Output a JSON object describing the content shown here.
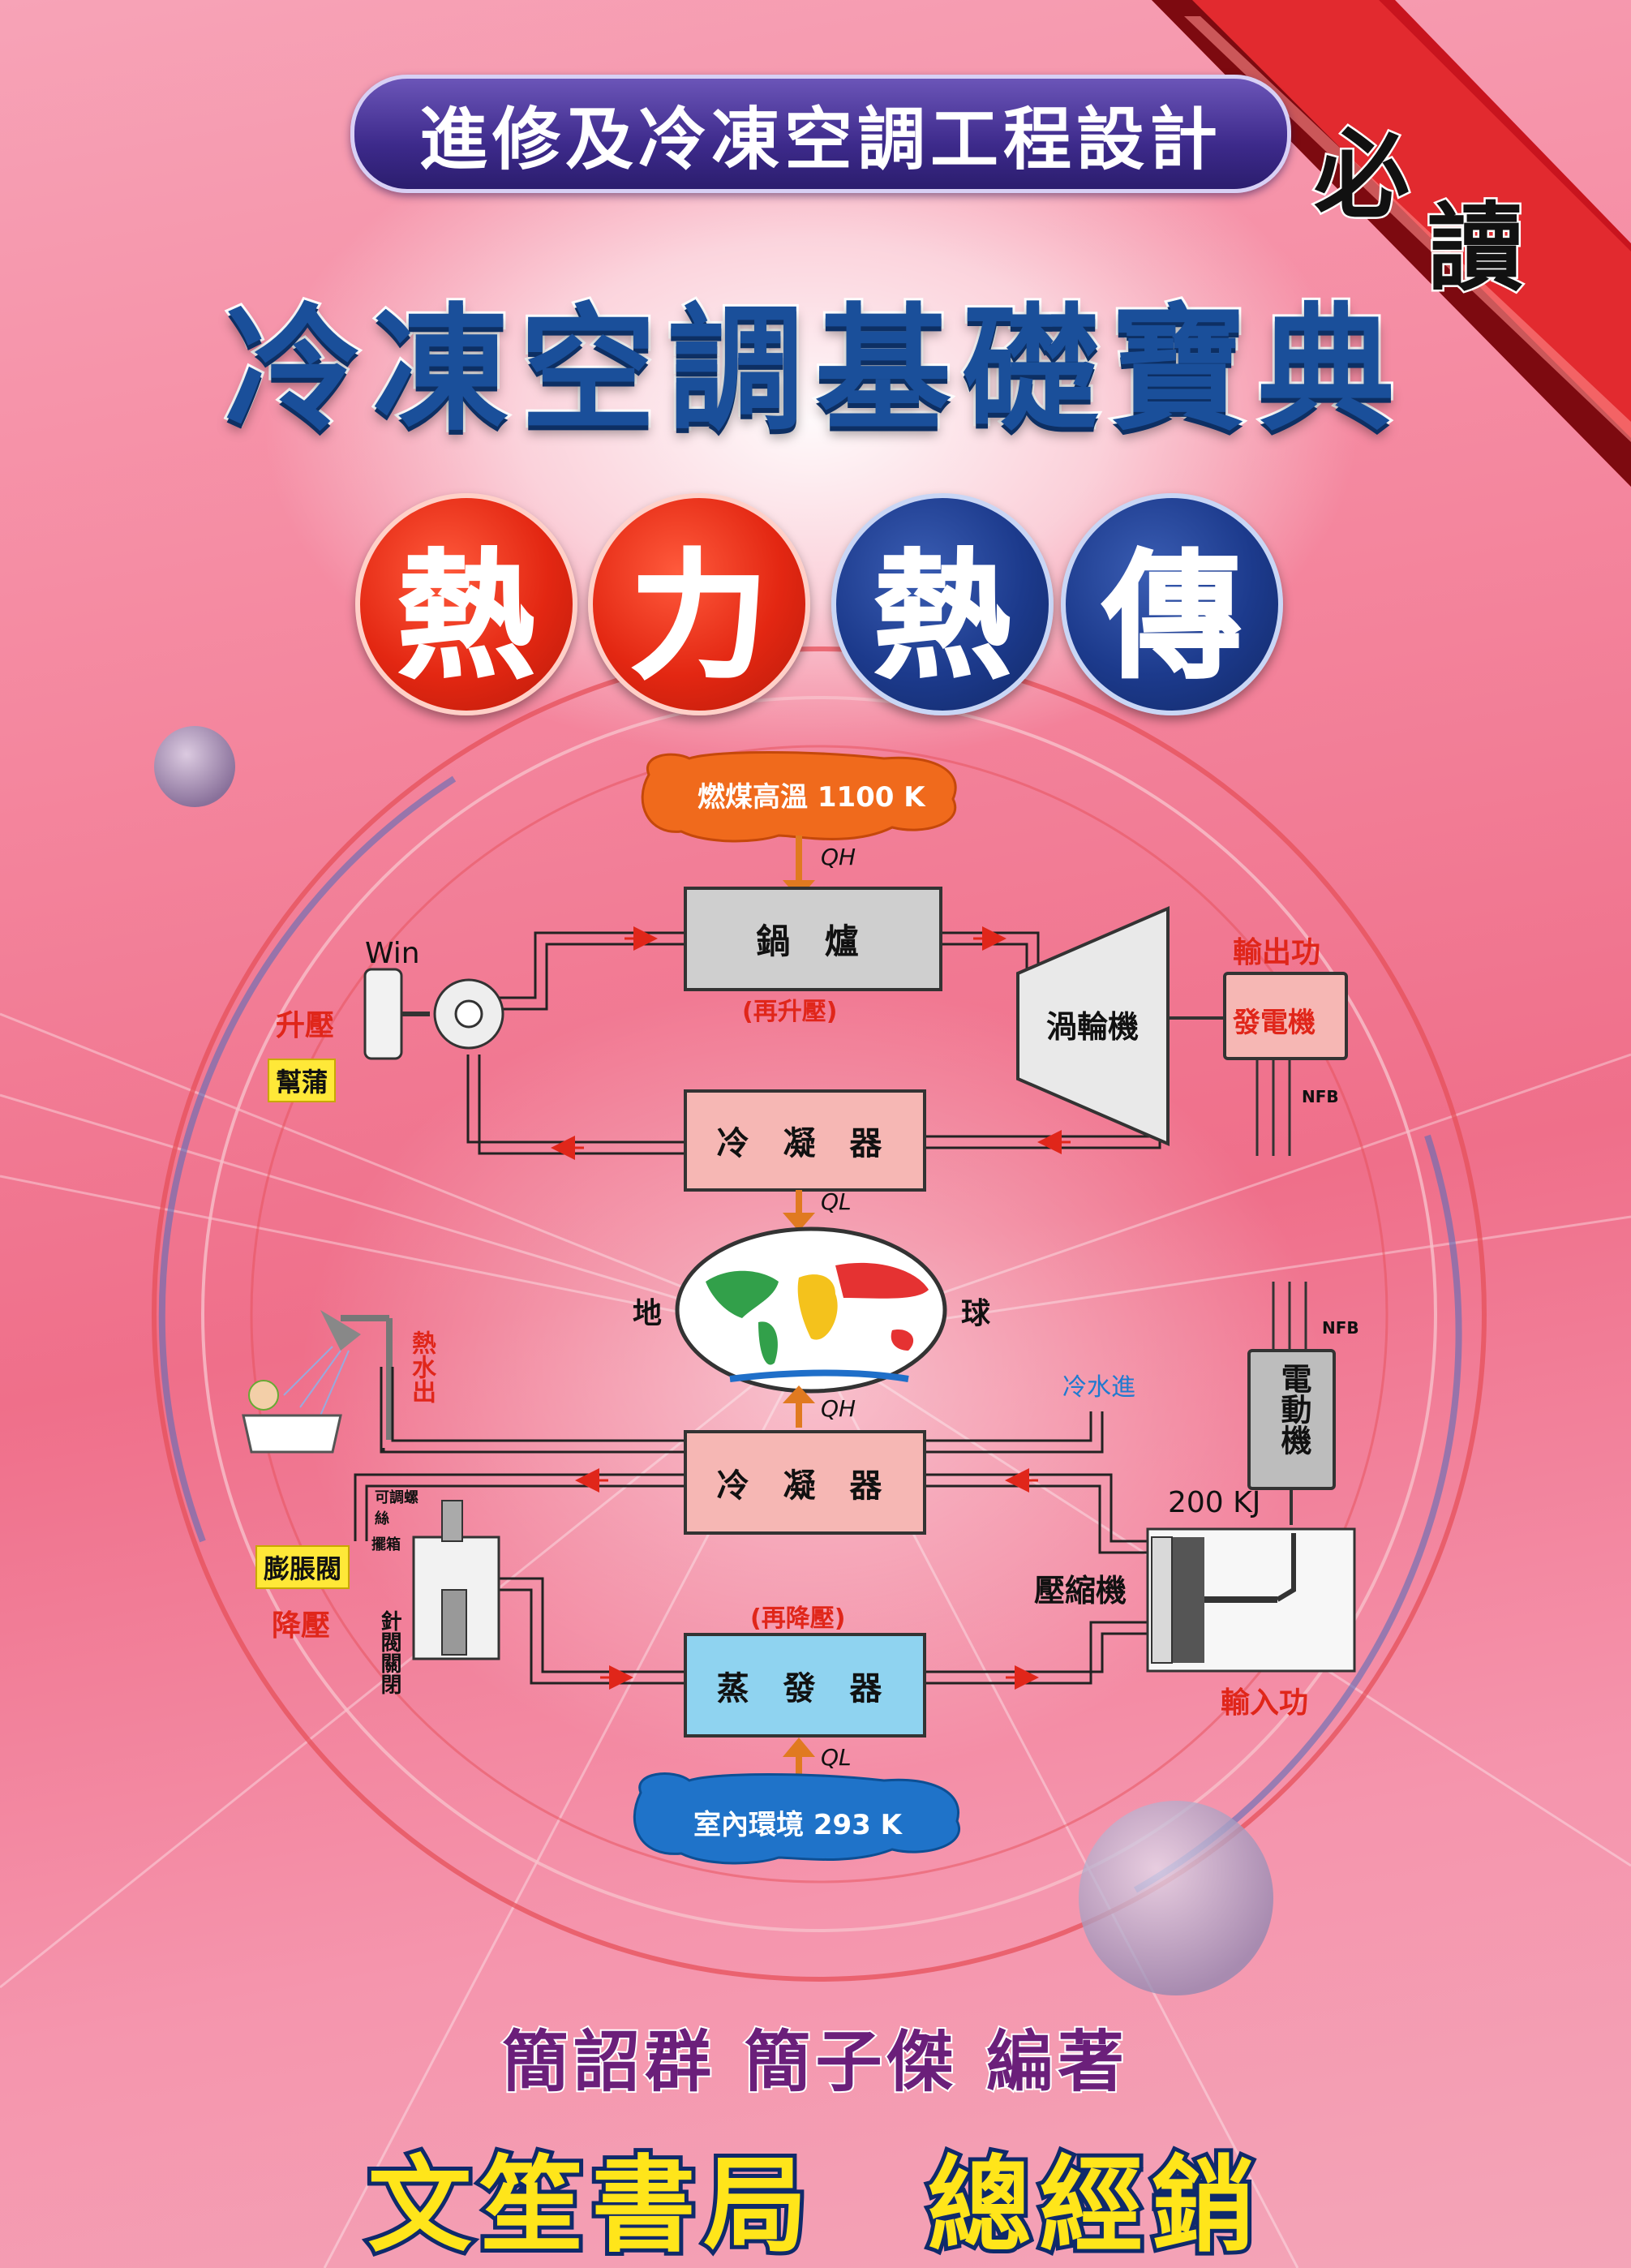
{
  "series_title": "進修及冷凍空調工程設計",
  "ribbon": {
    "char1": "必",
    "char2": "讀"
  },
  "main_title": "冷凍空調基礎寶典",
  "circles": [
    {
      "text": "熱",
      "color": "#e32712"
    },
    {
      "text": "力",
      "color": "#e32712"
    },
    {
      "text": "熱",
      "color": "#1c3a8c"
    },
    {
      "text": "傳",
      "color": "#1c3a8c"
    }
  ],
  "diagram": {
    "heat_source": "燃煤高溫 1100 K",
    "qh_top": "QH",
    "boiler": "鍋 爐",
    "reheat": "(再升壓)",
    "win": "Win",
    "pressurize": "升壓",
    "pump": "幫蒲",
    "turbine": "渦輪機",
    "output_work": "輸出功",
    "generator": "發電機",
    "nfb_top": "NFB",
    "condenser_top": "冷 凝 器",
    "ql_mid": "QL",
    "earth_left": "地",
    "earth_right": "球",
    "qh_mid": "QH",
    "hot_water_out": "熱水出",
    "cold_water_in": "冷水進",
    "nfb_bottom": "NFB",
    "motor": "電動機",
    "kj": "200 KJ",
    "condenser_bottom": "冷 凝 器",
    "compressor": "壓縮機",
    "expansion_valve": "膨脹閥",
    "depressurize": "降壓",
    "valve_small1": "可調螺絲",
    "valve_small2": "擺箱",
    "valve_small3": "針閥關閉",
    "re_depressurize": "(再降壓)",
    "evaporator": "蒸 發 器",
    "input_work": "輸入功",
    "ql_bottom": "QL",
    "indoor": "室內環境 293 K"
  },
  "authors": "簡詔群  簡子傑  編著",
  "publisher": "文笙書局　總經銷",
  "colors": {
    "series_bar": "#3d2a8b",
    "title_blue": "#1a4f9a",
    "circle_red": "#e32712",
    "circle_blue": "#1c3a8c",
    "ribbon_red": "#c8141e",
    "publisher_yellow": "#ffe51a",
    "cloud_orange": "#f06a1c",
    "cloud_blue": "#1f73c9",
    "condenser_pink": "#f6b7b4",
    "evaporator_blue": "#8fd3f0",
    "boiler_gray": "#cfcfcf"
  }
}
